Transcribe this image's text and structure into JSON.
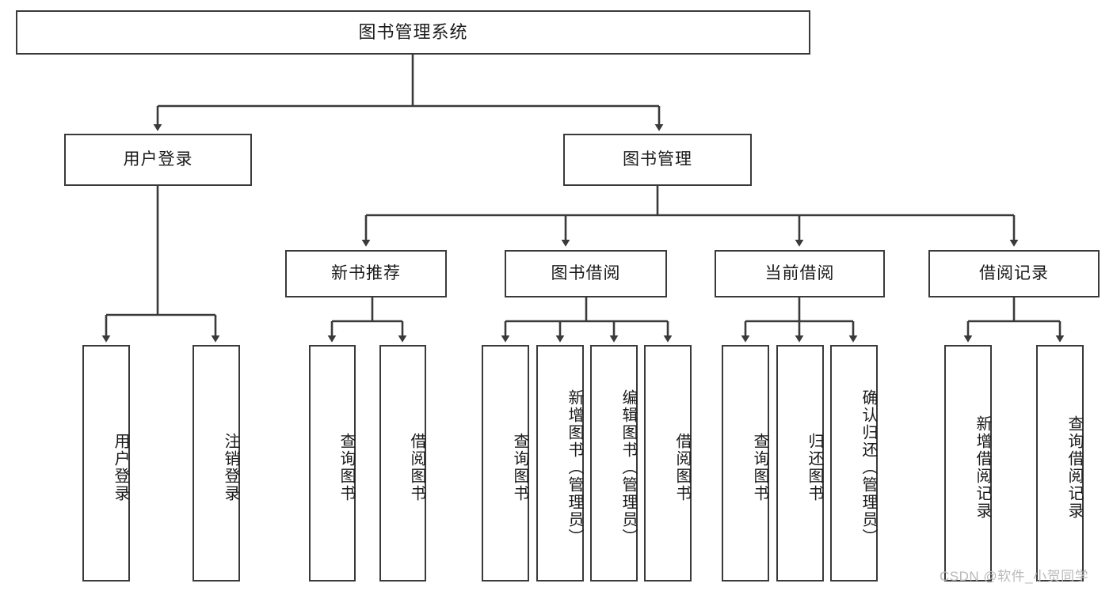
{
  "diagram": {
    "type": "tree",
    "title_node": "图书管理系统",
    "levels": 4,
    "root": {
      "label": "图书管理系统"
    },
    "level2": [
      {
        "label": "用户登录"
      },
      {
        "label": "图书管理"
      }
    ],
    "level3": [
      {
        "label": "新书推荐"
      },
      {
        "label": "图书借阅"
      },
      {
        "label": "当前借阅"
      },
      {
        "label": "借阅记录"
      }
    ],
    "leaves": {
      "user_login": [
        {
          "label": "用户登录"
        },
        {
          "label": "注销登录"
        }
      ],
      "new_book_recommend": [
        {
          "label": "查询图书"
        },
        {
          "label": "借阅图书"
        }
      ],
      "book_borrow": [
        {
          "label": "查询图书"
        },
        {
          "label": "新增图书（管理员）"
        },
        {
          "label": "编辑图书（管理员）"
        },
        {
          "label": "借阅图书"
        }
      ],
      "current_borrow": [
        {
          "label": "查询图书"
        },
        {
          "label": "归还图书"
        },
        {
          "label": "确认归还（管理员）"
        }
      ],
      "borrow_record": [
        {
          "label": "新增借阅记录"
        },
        {
          "label": "查询借阅记录"
        }
      ]
    }
  },
  "watermark": {
    "text": "CSDN @软件_小贺同学"
  },
  "colors": {
    "stroke": "#3a3a3a",
    "fill": "#ffffff",
    "text": "#1a1a1a",
    "watermark": "#b9b9b9"
  }
}
